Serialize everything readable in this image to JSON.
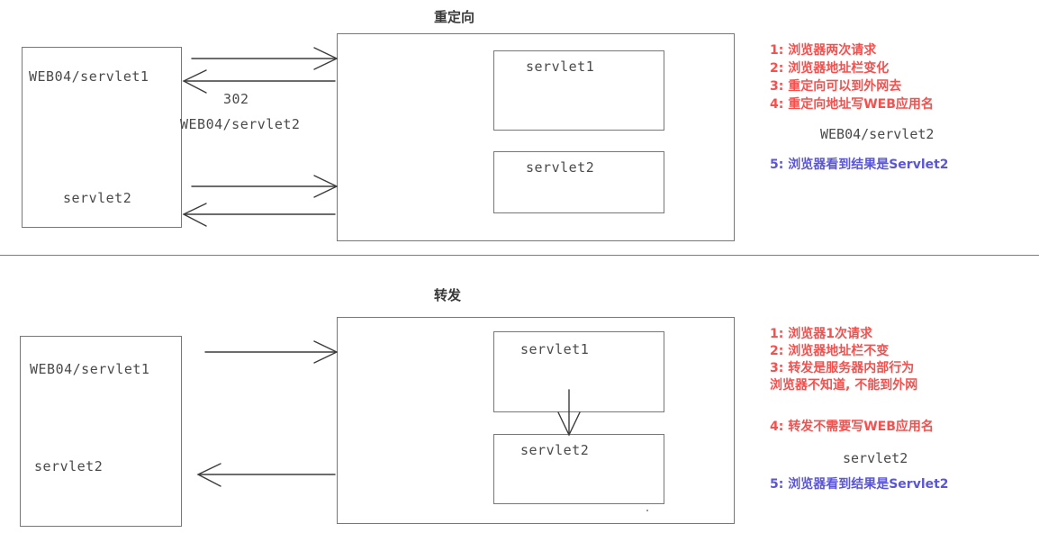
{
  "sections": [
    {
      "id": "redirect",
      "title": "重定向",
      "client_box": {
        "line1": "WEB04/servlet1",
        "line2": "servlet2"
      },
      "server_box": {
        "servlets": [
          "servlet1",
          "servlet2"
        ]
      },
      "arrow_labels": {
        "status_code": "302",
        "location": "WEB04/servlet2"
      },
      "notes": [
        {
          "text": "1:  浏览器两次请求",
          "color": "#f4504e"
        },
        {
          "text": "2:  浏览器地址栏变化",
          "color": "#f4504e"
        },
        {
          "text": "3:  重定向可以到外网去",
          "color": "#f4504e"
        },
        {
          "text": "4:  重定向地址写WEB应用名",
          "color": "#f4504e"
        }
      ],
      "note_mono": "WEB04/servlet2",
      "note_final": {
        "text": "5:  浏览器看到结果是Servlet2",
        "color": "#5a56d6"
      }
    },
    {
      "id": "forward",
      "title": "转发",
      "client_box": {
        "line1": "WEB04/servlet1",
        "line2": "servlet2"
      },
      "server_box": {
        "servlets": [
          "servlet1",
          "servlet2"
        ]
      },
      "notes": [
        {
          "text": "1:  浏览器1次请求",
          "color": "#f4504e"
        },
        {
          "text": "2:  浏览器地址栏不变",
          "color": "#f4504e"
        },
        {
          "text": "3:  转发是服务器内部行为",
          "color": "#f4504e"
        },
        {
          "text": "    浏览器不知道, 不能到外网",
          "color": "#f4504e"
        },
        {
          "text": "4:  转发不需要写WEB应用名",
          "color": "#f4504e"
        }
      ],
      "note_mono": "servlet2",
      "note_final": {
        "text": "5:  浏览器看到结果是Servlet2",
        "color": "#5a56d6"
      }
    }
  ],
  "colors": {
    "stroke": "#777777",
    "arrow": "#3c3c3c",
    "text": "#4a4a4a",
    "red": "#f4504e",
    "blue": "#5a56d6"
  }
}
